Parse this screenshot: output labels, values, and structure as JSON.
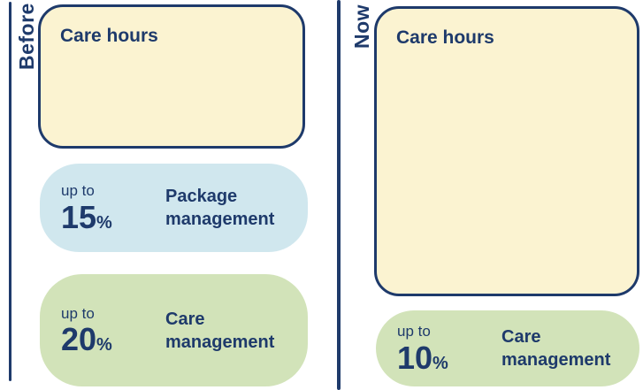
{
  "colors": {
    "navy": "#1E3A6B",
    "cream": "#FBF3D1",
    "light_blue": "#D0E7EE",
    "light_green": "#D2E3B9",
    "background": "#FFFFFF"
  },
  "panels": {
    "before": {
      "label": "Before",
      "care_hours_card": {
        "title": "Care hours"
      },
      "pills": [
        {
          "prefix": "up to",
          "value": "15",
          "unit": "%",
          "label": "Package management",
          "color": "#D0E7EE"
        },
        {
          "prefix": "up to",
          "value": "20",
          "unit": "%",
          "label": "Care management",
          "color": "#D2E3B9"
        }
      ]
    },
    "now": {
      "label": "Now",
      "care_hours_card": {
        "title": "Care hours"
      },
      "pills": [
        {
          "prefix": "up to",
          "value": "10",
          "unit": "%",
          "label": "Care management",
          "color": "#D2E3B9"
        }
      ]
    }
  }
}
